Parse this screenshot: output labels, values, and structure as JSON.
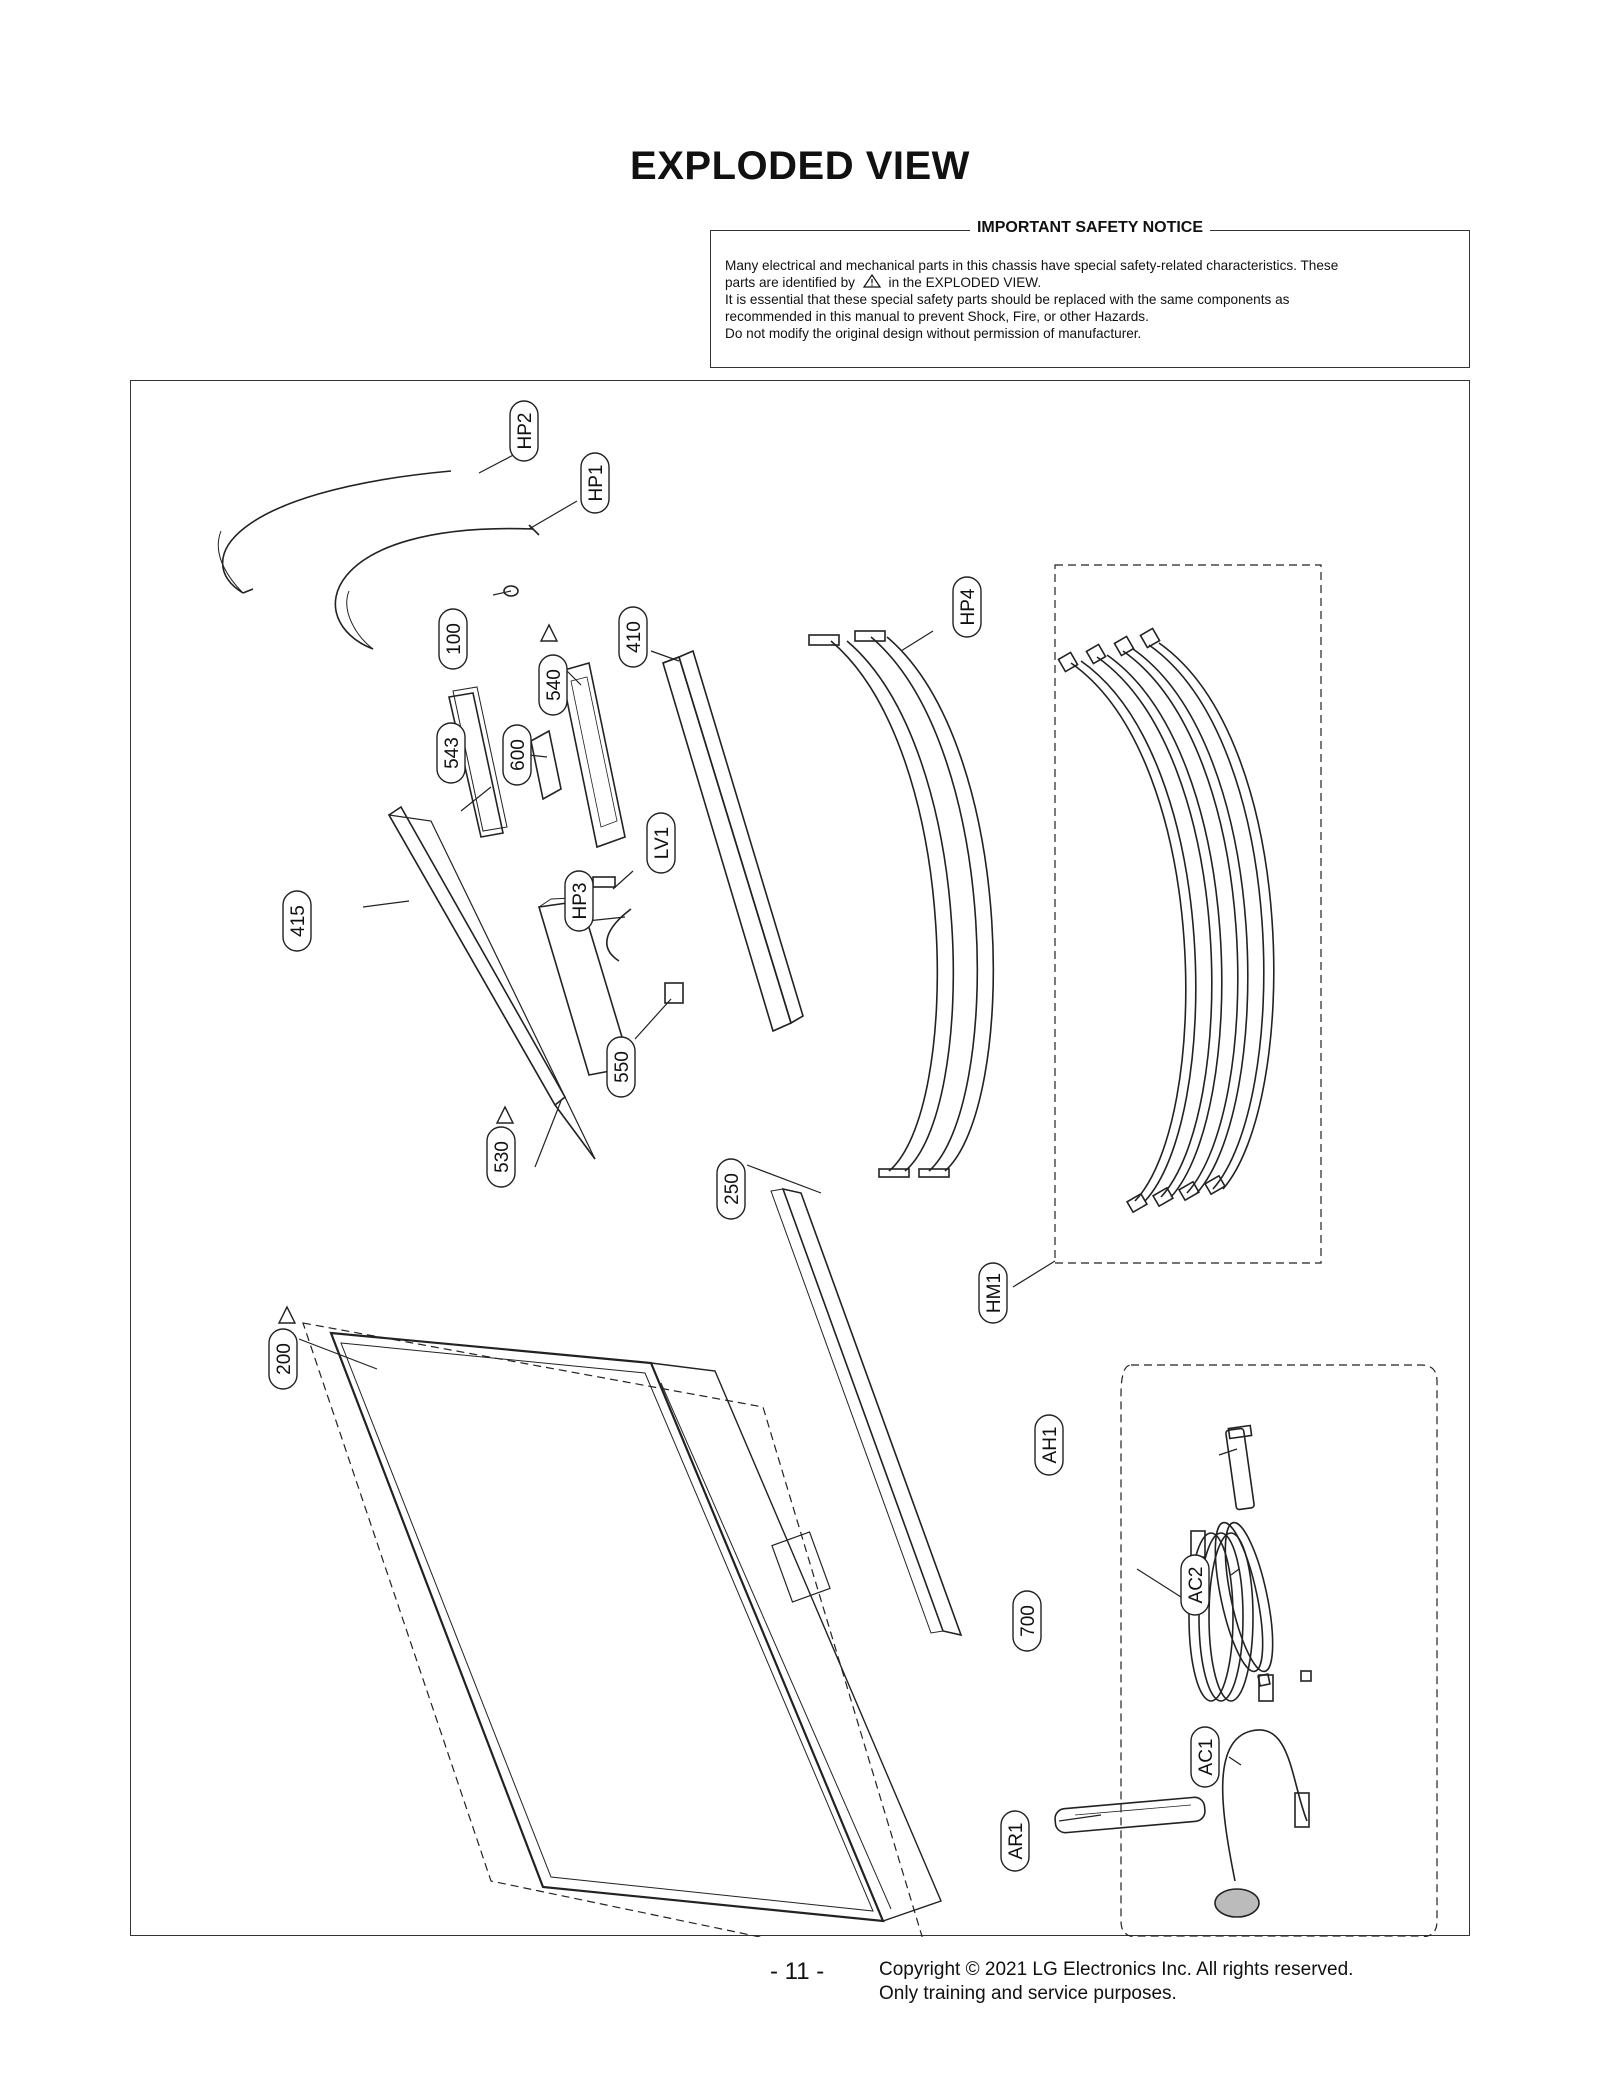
{
  "page": {
    "title": "EXPLODED VIEW",
    "page_number": "- 11 -",
    "copyright_line1": "Copyright © 2021 LG Electronics Inc. All rights reserved.",
    "copyright_line2": "Only training and service purposes."
  },
  "notice": {
    "title": "IMPORTANT SAFETY NOTICE",
    "line1": "Many electrical and mechanical parts in this chassis have special safety-related characteristics. These",
    "line2_pre": "parts are identified by",
    "line2_post": "in the EXPLODED VIEW.",
    "line3": "It is essential that these special safety parts should be replaced with the same components as",
    "line4": "recommended in this manual to prevent Shock, Fire, or other Hazards.",
    "line5": "Do not modify the original design without permission of manufacturer.",
    "warning_icon": "warning-triangle-icon"
  },
  "parts": [
    {
      "id": "HP2",
      "safety": false
    },
    {
      "id": "HP1",
      "safety": false
    },
    {
      "id": "100",
      "safety": false
    },
    {
      "id": "540",
      "safety": true
    },
    {
      "id": "410",
      "safety": false
    },
    {
      "id": "HP4",
      "safety": false
    },
    {
      "id": "543",
      "safety": false
    },
    {
      "id": "600",
      "safety": false
    },
    {
      "id": "LV1",
      "safety": false
    },
    {
      "id": "415",
      "safety": false
    },
    {
      "id": "HP3",
      "safety": false
    },
    {
      "id": "550",
      "safety": false
    },
    {
      "id": "530",
      "safety": true
    },
    {
      "id": "250",
      "safety": false
    },
    {
      "id": "HM1",
      "safety": false
    },
    {
      "id": "200",
      "safety": true
    },
    {
      "id": "AH1",
      "safety": false
    },
    {
      "id": "700",
      "safety": false
    },
    {
      "id": "AC2",
      "safety": false
    },
    {
      "id": "AC1",
      "safety": false
    },
    {
      "id": "AR1",
      "safety": false
    }
  ]
}
